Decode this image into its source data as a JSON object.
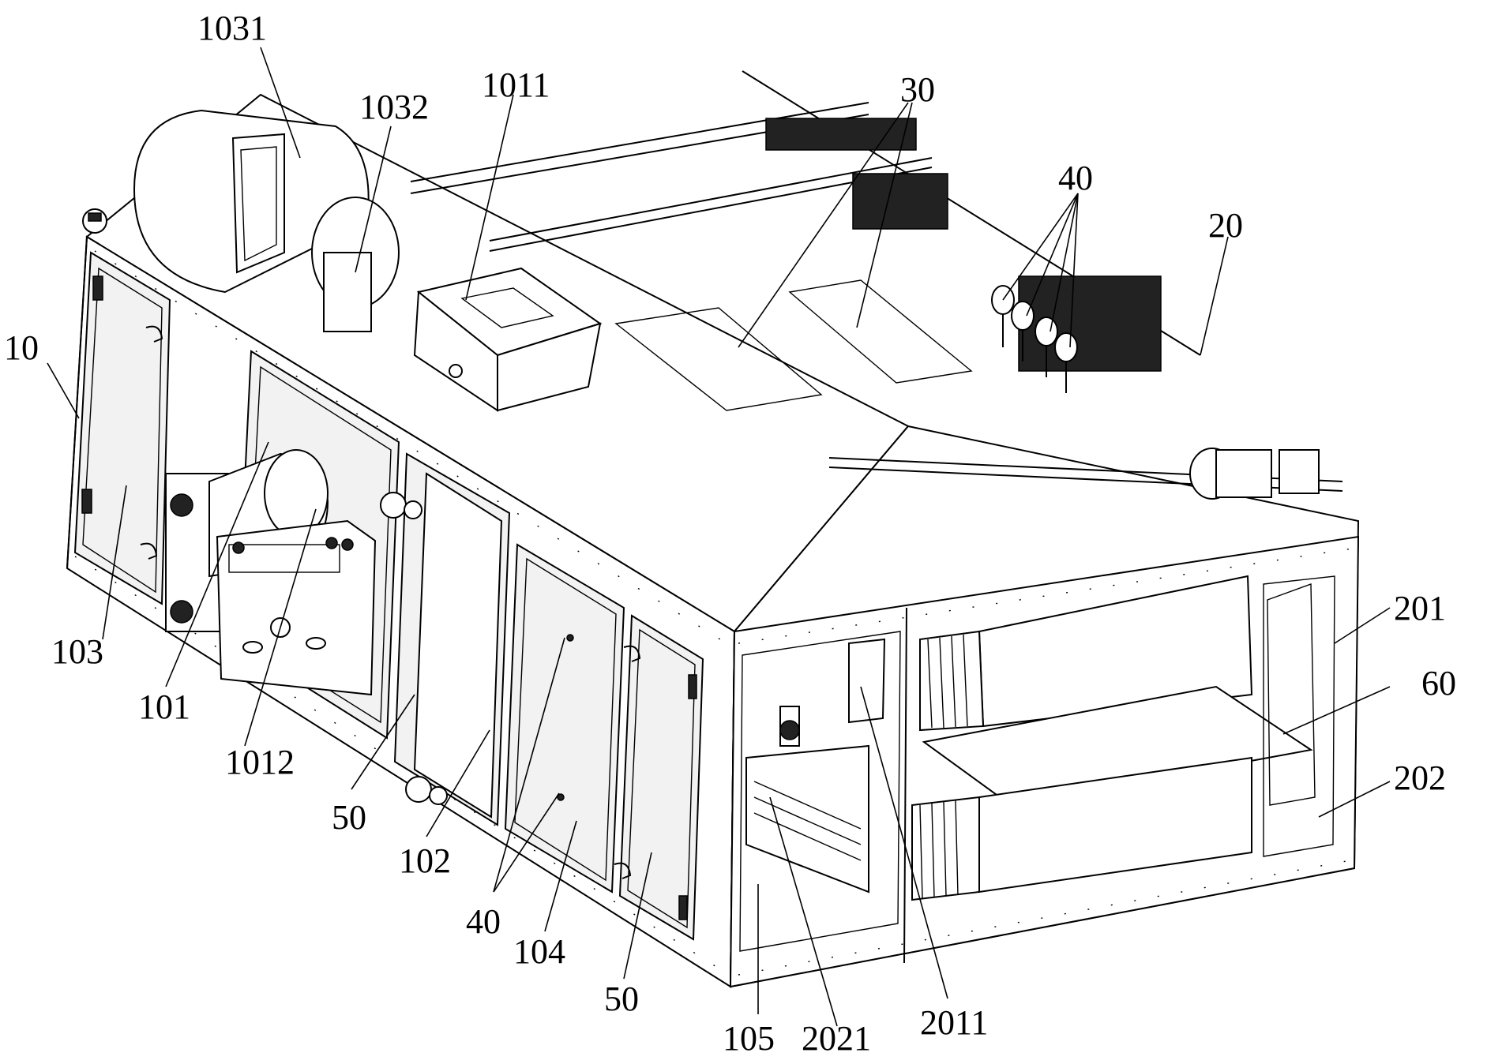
{
  "labels": {
    "l10": "10",
    "l101": "101",
    "l102": "102",
    "l103": "103",
    "l104": "104",
    "l105": "105",
    "l1011": "1011",
    "l1012": "1012",
    "l1031": "1031",
    "l1032": "1032",
    "l20": "20",
    "l201": "201",
    "l202": "202",
    "l2011": "2011",
    "l2021": "2021",
    "l30": "30",
    "l40_top": "40",
    "l40_bottom": "40",
    "l50_left": "50",
    "l50_right": "50",
    "l60": "60"
  },
  "colors": {
    "line": "#000000",
    "background": "#ffffff",
    "panel_fill": "#f2f2f2"
  }
}
